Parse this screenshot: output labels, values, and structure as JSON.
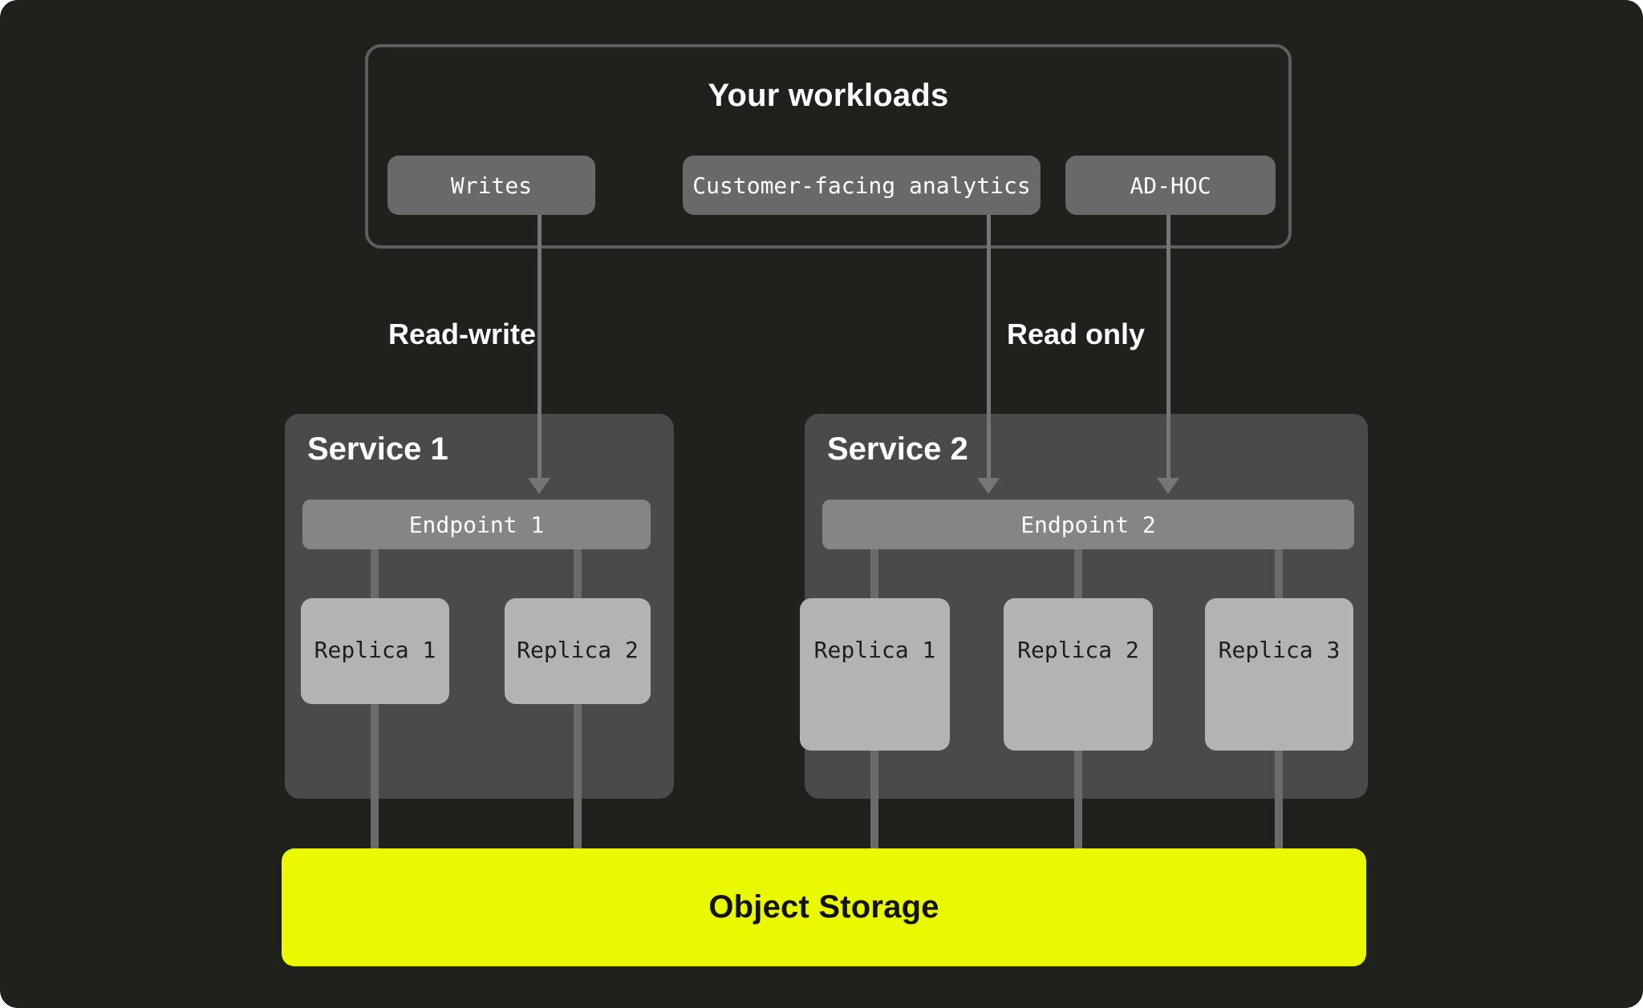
{
  "palette": {
    "background": "#20211c",
    "outline_gray": "#5d5f5e",
    "panel_gray": "#4a4a4a",
    "chip_gray": "#696969",
    "endpoint_gray": "#858585",
    "replica_gray": "#b3b3b3",
    "connector_gray": "#6b6b6b",
    "accent_yellow": "#e9f900",
    "text_light": "#ffffff",
    "text_dark": "#1d1d1d"
  },
  "workloads": {
    "title": "Your workloads",
    "buttons": [
      {
        "label": "Writes"
      },
      {
        "label": "Customer-facing analytics"
      },
      {
        "label": "AD-HOC"
      }
    ]
  },
  "edges": {
    "read_write_label": "Read-write",
    "read_only_label": "Read only"
  },
  "services": [
    {
      "title": "Service 1",
      "endpoint": "Endpoint 1",
      "replicas": [
        "Replica 1",
        "Replica 2"
      ]
    },
    {
      "title": "Service 2",
      "endpoint": "Endpoint 2",
      "replicas": [
        "Replica 1",
        "Replica 2",
        "Replica 3"
      ]
    }
  ],
  "storage": {
    "label": "Object Storage"
  }
}
